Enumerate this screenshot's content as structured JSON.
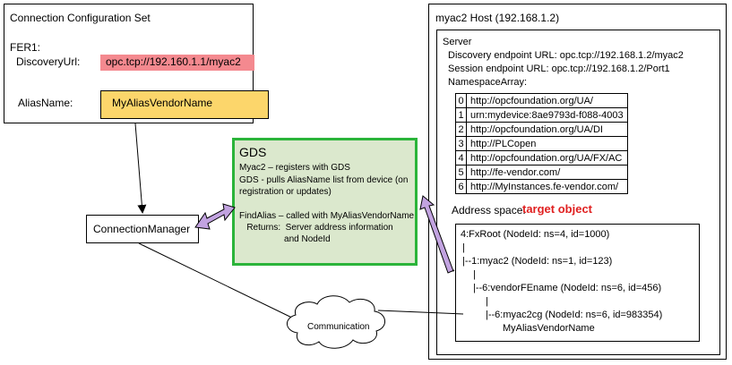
{
  "config": {
    "title": "Connection Configuration Set",
    "fer_label": "FER1:",
    "discovery_label": "DiscoveryUrl:",
    "discovery_value": "opc.tcp://192.160.1.1/myac2",
    "alias_label": "AliasName:",
    "alias_value": "MyAliasVendorName",
    "discovery_fill": "#f4898f",
    "alias_fill": "#fcd66b"
  },
  "connection_manager": {
    "label": "ConnectionManager"
  },
  "communication": {
    "label": "Communication"
  },
  "gds": {
    "title": "GDS",
    "lines": [
      "Myac2 – registers with GDS",
      "GDS - pulls AliasName list from device (on",
      "registration or updates)",
      "",
      "FindAlias – called with MyAliasVendorName",
      "   Returns:  Server address information",
      "                  and NodeId"
    ],
    "fill": "#dbe8cd",
    "border": "#2bb43a"
  },
  "host": {
    "title": "myac2 Host (192.168.1.2)",
    "server": {
      "title": "Server",
      "discovery_line": "Discovery endpoint URL:  opc.tcp://192.168.1.2/myac2",
      "session_line": "Session endpoint URL:  opc.tcp://192.168.1.2/Port1",
      "namespace_label": "NamespaceArray:",
      "namespaces": [
        {
          "index": "0",
          "uri": "http://opcfoundation.org/UA/"
        },
        {
          "index": "1",
          "uri": "urn:mydevice:8ae9793d-f088-4003"
        },
        {
          "index": "2",
          "uri": "http://opcfoundation.org/UA/DI"
        },
        {
          "index": "3",
          "uri": "http://PLCopen"
        },
        {
          "index": "4",
          "uri": "http://opcfoundation.org/UA/FX/AC"
        },
        {
          "index": "5",
          "uri": "http://fe-vendor.com/"
        },
        {
          "index": "6",
          "uri": "http://MyInstances.fe-vendor.com/"
        }
      ],
      "address_space_label": "Address space:",
      "target_label": "target object",
      "target_color": "#e02020",
      "tree": [
        "4:FxRoot (NodeId: ns=4, id=1000)",
        "|",
        "|--1:myac2 (NodeId: ns=1, id=123)",
        "|",
        "|--6:vendorFEname (NodeId: ns=6, id=456)",
        "|",
        "|--6:myac2cg (NodeId: ns=6, id=983354)",
        "MyAliasVendorName"
      ]
    }
  },
  "arrow_color": "#c2a3e0"
}
